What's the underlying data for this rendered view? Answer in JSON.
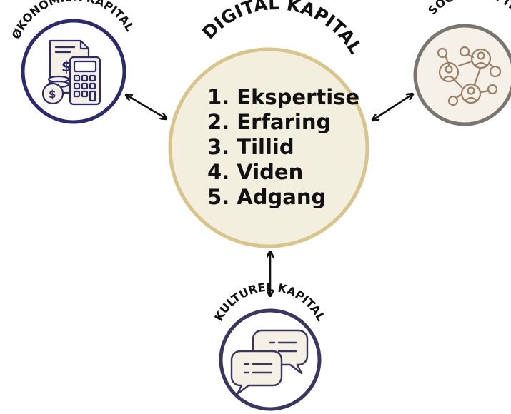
{
  "digital": {
    "title": "DIGITAL KAPITAL",
    "items": [
      "1. Ekspertise",
      "2. Erfaring",
      "3. Tillid",
      "4. Viden",
      "5. Adgang"
    ],
    "fill_color": "#f3efdf",
    "border_color": "#d9c58a"
  },
  "okonomisk": {
    "title": "ØKONOMISK KAPITAL",
    "icon": "calculator-money-icon",
    "border_color": "#2b2a6e"
  },
  "social": {
    "title": "SOCIAL KAPITAL",
    "icon": "network-people-icon",
    "border_color": "#7b7570",
    "icon_color": "#9a8064"
  },
  "kulturel": {
    "title": "KULTUREL KAPITAL",
    "icon": "chat-bubbles-icon",
    "border_color": "#3b3560"
  },
  "arrow_color": "#111111",
  "icon_fill": "#f4f0e4"
}
